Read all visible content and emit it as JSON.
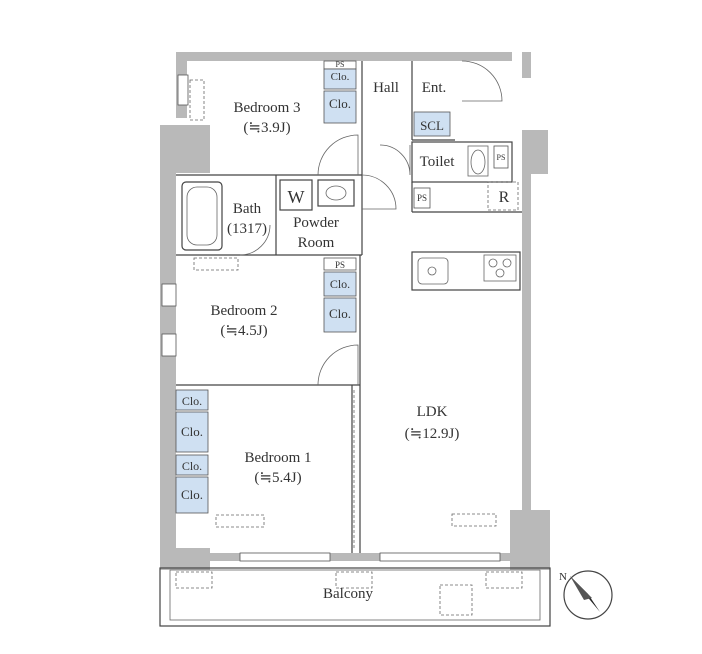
{
  "rooms": {
    "bedroom3": {
      "name": "Bedroom 3",
      "size": "(≒3.9J)"
    },
    "bedroom2": {
      "name": "Bedroom 2",
      "size": "(≒4.5J)"
    },
    "bedroom1": {
      "name": "Bedroom 1",
      "size": "(≒5.4J)"
    },
    "bath": {
      "name": "Bath",
      "size": "(1317)"
    },
    "powder": {
      "line1": "Powder",
      "line2": "Room"
    },
    "ldk": {
      "name": "LDK",
      "size": "(≒12.9J)"
    },
    "hall": "Hall",
    "entrance": "Ent.",
    "toilet": "Toilet",
    "balcony": "Balcony"
  },
  "labels": {
    "closet": "Clo.",
    "pipe_space": "PS",
    "shoe_closet": "SCL",
    "washer": "W",
    "refrigerator": "R"
  },
  "colors": {
    "wall": "#b9b9b9",
    "closet_fill": "#cfe0f2",
    "text": "#333333"
  },
  "compass": {
    "letter": "N"
  }
}
